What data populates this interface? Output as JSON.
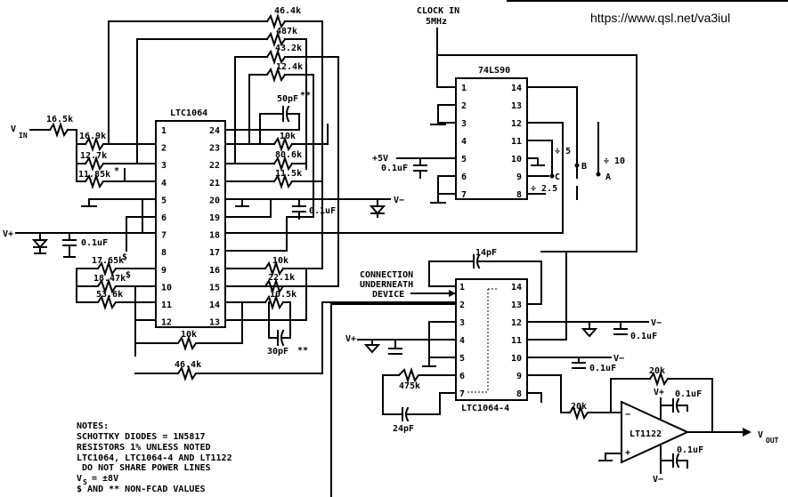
{
  "url": "https://www.qsl.net/va3iul",
  "clock_label": [
    "CLOCK IN",
    "5MHz"
  ],
  "input_label": {
    "main": "V",
    "sub": "IN"
  },
  "output_label": {
    "main": "V",
    "sub": "OUT"
  },
  "supply_labels": {
    "vplus": "V+",
    "vminus": "V−",
    "plus5": "+5V"
  },
  "chips": {
    "ltc1064": {
      "name": "LTC1064",
      "left_pins": [
        "1",
        "2",
        "3",
        "4",
        "5",
        "6",
        "7",
        "8",
        "9",
        "10",
        "11",
        "12"
      ],
      "right_pins": [
        "24",
        "23",
        "22",
        "21",
        "20",
        "19",
        "18",
        "17",
        "16",
        "15",
        "14",
        "13"
      ]
    },
    "ls390": {
      "name": "74LS90",
      "left_pins": [
        "1",
        "2",
        "3",
        "4",
        "5",
        "6",
        "7"
      ],
      "right_pins": [
        "14",
        "13",
        "12",
        "11",
        "10",
        "9",
        "8"
      ]
    },
    "ltc1064_4": {
      "name": "LTC1064-4",
      "left_pins": [
        "1",
        "2",
        "3",
        "4",
        "5",
        "6",
        "7"
      ],
      "right_pins": [
        "14",
        "13",
        "12",
        "11",
        "10",
        "9",
        "8"
      ],
      "connection_note": [
        "CONNECTION",
        "UNDERNEATH",
        "DEVICE"
      ]
    },
    "lt1122": {
      "name": "LT1122",
      "minus": "−",
      "plus": "+"
    }
  },
  "resistors": {
    "r_in": "16.5k",
    "r_46_4_top": "46.4k",
    "r_487": "487k",
    "r_43_2": "43.2k",
    "r_12_4": "12.4k",
    "r_16_9": "16.9k",
    "r_12_7": "12.7k",
    "r_11_85": "11.85k",
    "r_10k_23": "10k",
    "r_80_6": "80.6k",
    "r_11_5": "11.5k",
    "r_17_65": "17.65k",
    "r_18_47": "18.47k",
    "r_53_6": "53.6k",
    "r_10k_16": "10k",
    "r_22_1": "22.1k",
    "r_10_5": "10.5k",
    "r_10k_bot": "10k",
    "r_46_4_bot": "46.4k",
    "r_475": "475k",
    "r_20k_fb": "20k",
    "r_20k_in": "20k"
  },
  "capacitors": {
    "c_50p": "50pF",
    "c_30p": "30pF",
    "c_14p": "14pF",
    "c_24p": "24pF",
    "c_01_vplus": "0.1uF",
    "c_01_vminus": "0.1uF",
    "c_01_5v": "0.1uF",
    "c_01_pin12": "0.1uF",
    "c_01_pin10": "0.1uF",
    "c_01_oa_top": "0.1uF",
    "c_01_oa_bot": "0.1uF"
  },
  "marks": {
    "star": "*",
    "double_star": "**",
    "dollar": "$"
  },
  "switch_labels": {
    "div5": "÷ 5",
    "div25": "÷ 2.5",
    "div10": "÷ 10",
    "a": "A",
    "b": "B",
    "c": "C"
  },
  "notes": [
    "NOTES:",
    "SCHOTTKY DIODES = 1N5817",
    "RESISTORS 1% UNLESS NOTED",
    "LTC1064, LTC1064-4 AND LT1122",
    " DO NOT SHARE POWER LINES",
    "V",
    "$ AND ** NON-FCAD VALUES"
  ],
  "vs_value": "= ±8V",
  "vs_sub": "S"
}
